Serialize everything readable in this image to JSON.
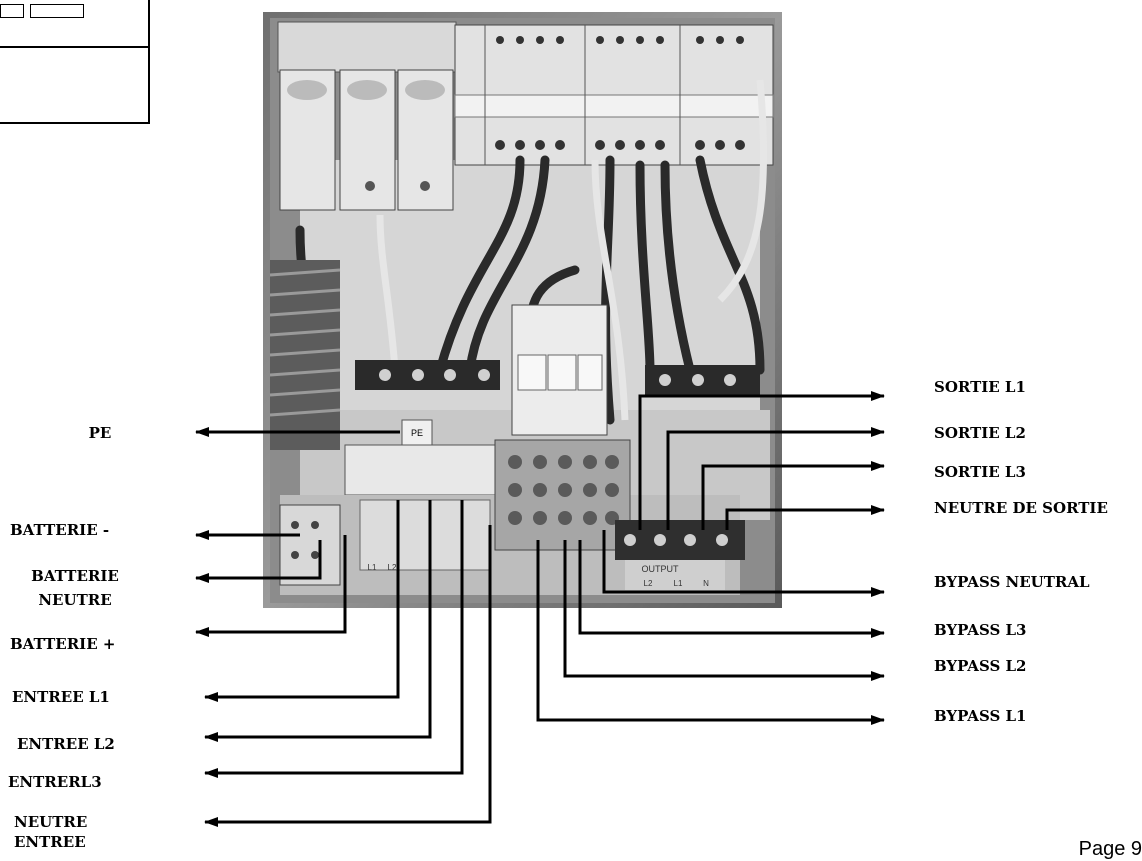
{
  "left_labels": {
    "pe": "PE",
    "batterie_minus": "BATTERIE  -",
    "batterie_neutre": [
      "BATTERIE",
      "NEUTRE"
    ],
    "batterie_plus": "BATTERIE +",
    "entree_l1": "ENTREE L1",
    "entree_l2": "ENTREE L2",
    "entree_l3": "ENTRERL3",
    "neutre_entree": [
      "NEUTRE",
      "ENTREE"
    ]
  },
  "right_labels": {
    "sortie_l1": "SORTIE L1",
    "sortie_l2": "SORTIE L2",
    "sortie_l3": "SORTIE L3",
    "neutre_sortie": "NEUTRE DE SORTIE",
    "bypass_neutral": "BYPASS NEUTRAL",
    "bypass_l3": "BYPASS L3",
    "bypass_l2": "BYPASS L2",
    "bypass_l1": "BYPASS L1"
  },
  "photo": {
    "pe_tag": "PE",
    "output_tag": "OUTPUT",
    "output_terminals": [
      "L2",
      "L1",
      "N"
    ],
    "input_terminals": [
      "L1",
      "L2"
    ]
  },
  "footer": {
    "page": "Page 9"
  },
  "colors": {
    "line": "#000000",
    "photo_bg": "#8a8a8a",
    "panel": "#cfcfcf"
  }
}
